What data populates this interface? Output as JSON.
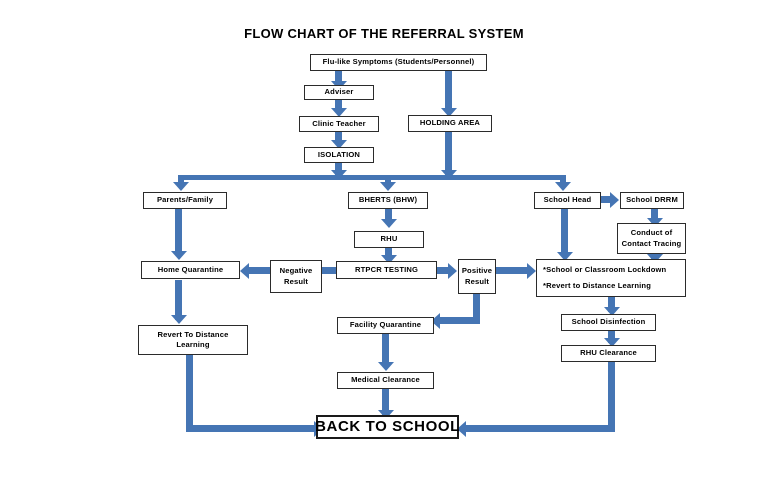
{
  "title": "FLOW CHART OF THE REFERRAL SYSTEM",
  "colors": {
    "connector": "#4575b4",
    "box_border": "#2b2b2b",
    "background": "#ffffff",
    "text": "#000000"
  },
  "nodes": {
    "flu_symptoms": {
      "label": "Flu-like Symptoms (Students/Personnel)"
    },
    "adviser": {
      "label": "Adviser"
    },
    "clinic_teacher": {
      "label": "Clinic Teacher"
    },
    "isolation": {
      "label": "ISOLATION"
    },
    "holding_area": {
      "label": "HOLDING AREA"
    },
    "parents_family": {
      "label": "Parents/Family"
    },
    "bherts": {
      "label": "BHERTS (BHW)"
    },
    "school_head": {
      "label": "School Head"
    },
    "school_drrm": {
      "label": "School DRRM"
    },
    "rhu": {
      "label": "RHU"
    },
    "contact_tracing": {
      "line1": "Conduct of",
      "line2": "Contact Tracing"
    },
    "home_quarantine": {
      "label": "Home Quarantine"
    },
    "negative_result": {
      "line1": "Negative",
      "line2": "Result"
    },
    "rtpcr_testing": {
      "label": "RTPCR TESTING"
    },
    "positive_result": {
      "line1": "Positive",
      "line2": "Result"
    },
    "lockdown": {
      "line1": "*School or Classroom Lockdown",
      "line2": "*Revert to Distance Learning"
    },
    "revert_distance": {
      "line1": "Revert To Distance",
      "line2": "Learning"
    },
    "facility_quarantine": {
      "label": "Facility Quarantine"
    },
    "school_disinfection": {
      "label": "School Disinfection"
    },
    "rhu_clearance": {
      "label": "RHU Clearance"
    },
    "medical_clearance": {
      "label": "Medical Clearance"
    },
    "back_to_school": {
      "label": "BACK TO SCHOOL"
    }
  },
  "flow_edges": [
    {
      "from": "flu_symptoms",
      "to": "adviser",
      "direction": "down"
    },
    {
      "from": "flu_symptoms",
      "to": "holding_area",
      "direction": "down"
    },
    {
      "from": "adviser",
      "to": "clinic_teacher",
      "direction": "down"
    },
    {
      "from": "clinic_teacher",
      "to": "isolation",
      "direction": "down"
    },
    {
      "from": "isolation",
      "to": "distribution_bar",
      "direction": "down"
    },
    {
      "from": "holding_area",
      "to": "distribution_bar",
      "direction": "down"
    },
    {
      "from": "distribution_bar",
      "to": "parents_family",
      "direction": "down"
    },
    {
      "from": "distribution_bar",
      "to": "bherts",
      "direction": "down"
    },
    {
      "from": "distribution_bar",
      "to": "school_head",
      "direction": "down"
    },
    {
      "from": "school_head",
      "to": "school_drrm",
      "direction": "right"
    },
    {
      "from": "school_drrm",
      "to": "contact_tracing",
      "direction": "down"
    },
    {
      "from": "contact_tracing",
      "to": "lockdown",
      "direction": "down"
    },
    {
      "from": "school_head",
      "to": "lockdown",
      "direction": "down"
    },
    {
      "from": "bherts",
      "to": "rhu",
      "direction": "down"
    },
    {
      "from": "rhu",
      "to": "rtpcr_testing",
      "direction": "down"
    },
    {
      "from": "rtpcr_testing",
      "to": "negative_result",
      "direction": "left"
    },
    {
      "from": "negative_result",
      "to": "home_quarantine",
      "direction": "left"
    },
    {
      "from": "rtpcr_testing",
      "to": "positive_result",
      "direction": "right"
    },
    {
      "from": "positive_result",
      "to": "lockdown",
      "direction": "right"
    },
    {
      "from": "positive_result",
      "to": "facility_quarantine",
      "direction": "left"
    },
    {
      "from": "parents_family",
      "to": "home_quarantine",
      "direction": "down"
    },
    {
      "from": "home_quarantine",
      "to": "revert_distance",
      "direction": "down"
    },
    {
      "from": "revert_distance",
      "to": "back_to_school",
      "direction": "right"
    },
    {
      "from": "facility_quarantine",
      "to": "medical_clearance",
      "direction": "down"
    },
    {
      "from": "medical_clearance",
      "to": "back_to_school",
      "direction": "down"
    },
    {
      "from": "lockdown",
      "to": "school_disinfection",
      "direction": "down"
    },
    {
      "from": "school_disinfection",
      "to": "rhu_clearance",
      "direction": "down"
    },
    {
      "from": "rhu_clearance",
      "to": "back_to_school",
      "direction": "left"
    }
  ]
}
